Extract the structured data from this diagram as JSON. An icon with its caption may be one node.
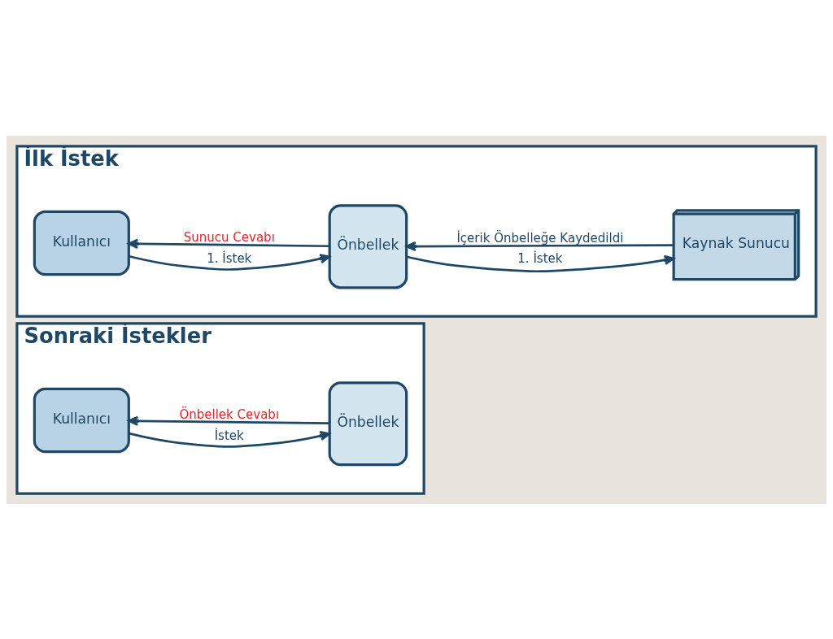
{
  "diagram": {
    "nodes": [
      {
        "text": [
          "İlk İstek"
        ]
      },
      {
        "text": [
          "Kullanıcı"
        ],
        "in": 0
      },
      {
        "text": [
          "Önbellek"
        ],
        "in": 0
      },
      {
        "text": [
          "Kaynak Sunucu"
        ],
        "in": 0
      },
      {
        "text": [
          "Sonraki İstekler"
        ]
      },
      {
        "text": [
          "Kullanıcı"
        ],
        "in": 4
      },
      {
        "text": [
          "Önbellek"
        ],
        "in": 4
      }
    ],
    "edges": [
      {
        "from": 1,
        "to": 2,
        "label": "1. İstek",
        "arrow": "to"
      },
      {
        "from": 2,
        "to": 3,
        "label": "1. İstek",
        "arrow": "to"
      },
      {
        "from": 3,
        "to": 2,
        "label": "İçerik Önbelleğe Kaydedildi",
        "arrow": "to"
      },
      {
        "from": 2,
        "to": 1,
        "label": "Sunucu Cevabı",
        "arrow": "to"
      },
      {
        "from": 5,
        "to": 6,
        "label": "İstek",
        "arrow": "to"
      },
      {
        "from": 6,
        "to": 5,
        "label": "Önbellek Cevabı",
        "arrow": "to"
      }
    ]
  }
}
